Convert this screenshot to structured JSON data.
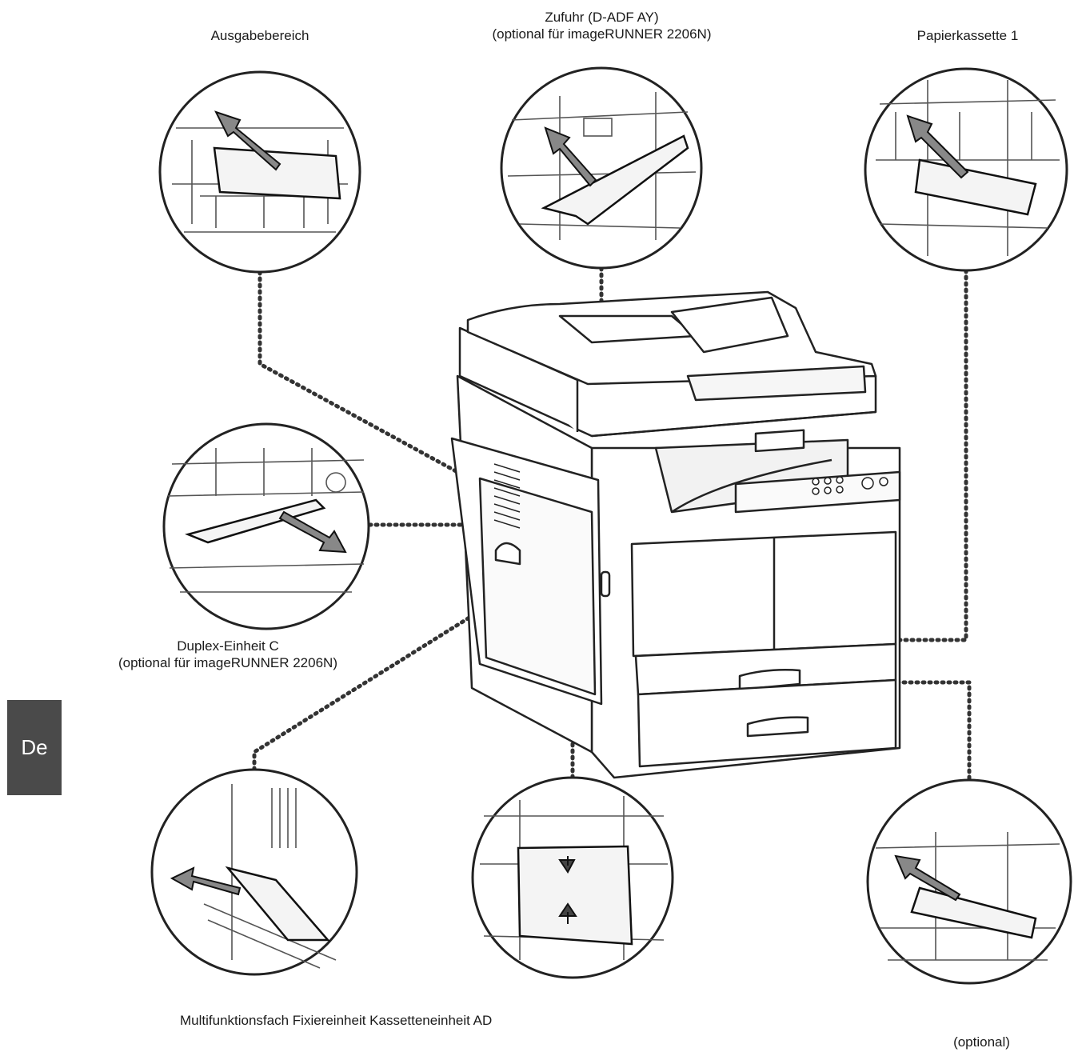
{
  "labels": {
    "output_area": "Ausgabebereich",
    "feeder_line1": "Zufuhr (D-ADF AY)",
    "feeder_line2": "(optional für imageRUNNER 2206N)",
    "paper_cassette_1": "Papierkassette 1",
    "duplex_line1": "Duplex-Einheit C",
    "duplex_line2": "(optional für imageRUNNER 2206N)",
    "bottom_row": "Multifunktionsfach Fixiereinheit Kassetteneinheit AD",
    "optional_note": "(optional)"
  },
  "language_tab": "De"
}
